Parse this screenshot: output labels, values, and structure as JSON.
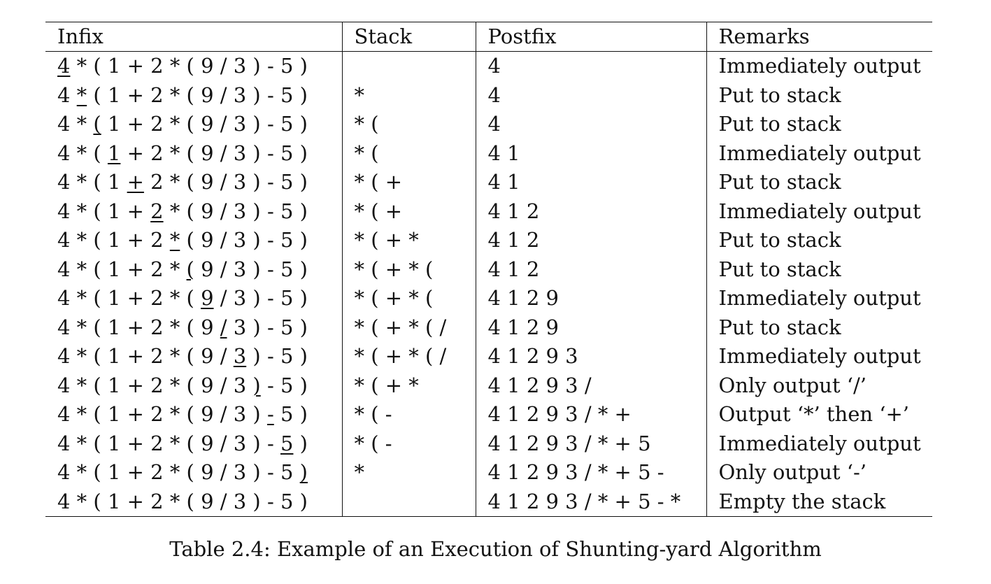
{
  "table": {
    "headers": [
      "Infix",
      "Stack",
      "Postfix",
      "Remarks"
    ],
    "infix_tokens": [
      "4",
      "*",
      "(",
      "1",
      "+",
      "2",
      "*",
      "(",
      "9",
      "/",
      "3",
      ")",
      "-",
      "5",
      ")"
    ],
    "rows": [
      {
        "highlight": 0,
        "stack": "",
        "postfix": "4",
        "remarks": "Immediately output"
      },
      {
        "highlight": 1,
        "stack": "*",
        "postfix": "4",
        "remarks": "Put to stack"
      },
      {
        "highlight": 2,
        "stack": "* (",
        "postfix": "4",
        "remarks": "Put to stack"
      },
      {
        "highlight": 3,
        "stack": "* (",
        "postfix": "4 1",
        "remarks": "Immediately output"
      },
      {
        "highlight": 4,
        "stack": "* ( +",
        "postfix": "4 1",
        "remarks": "Put to stack"
      },
      {
        "highlight": 5,
        "stack": "* ( +",
        "postfix": "4 1 2",
        "remarks": "Immediately output"
      },
      {
        "highlight": 6,
        "stack": "* ( + *",
        "postfix": "4 1 2",
        "remarks": "Put to stack"
      },
      {
        "highlight": 7,
        "stack": "* ( + * (",
        "postfix": "4 1 2",
        "remarks": "Put to stack"
      },
      {
        "highlight": 8,
        "stack": "* ( + * (",
        "postfix": "4 1 2 9",
        "remarks": "Immediately output"
      },
      {
        "highlight": 9,
        "stack": "* ( + * ( /",
        "postfix": "4 1 2 9",
        "remarks": "Put to stack"
      },
      {
        "highlight": 10,
        "stack": "* ( + * ( /",
        "postfix": "4 1 2 9 3",
        "remarks": "Immediately output"
      },
      {
        "highlight": 11,
        "stack": "* ( + *",
        "postfix": "4 1 2 9 3 /",
        "remarks": "Only output ‘/’"
      },
      {
        "highlight": 12,
        "stack": "* ( -",
        "postfix": "4 1 2 9 3 / * +",
        "remarks": "Output ‘*’ then ‘+’"
      },
      {
        "highlight": 13,
        "stack": "* ( -",
        "postfix": "4 1 2 9 3 / * + 5",
        "remarks": "Immediately output"
      },
      {
        "highlight": 14,
        "stack": "*",
        "postfix": "4 1 2 9 3 / * + 5 -",
        "remarks": "Only output ‘-’"
      },
      {
        "highlight": 15,
        "stack": "",
        "postfix": "4 1 2 9 3 / * + 5 - *",
        "remarks": "Empty the stack"
      }
    ]
  },
  "caption": "Table 2.4: Example of an Execution of Shunting-yard Algorithm"
}
